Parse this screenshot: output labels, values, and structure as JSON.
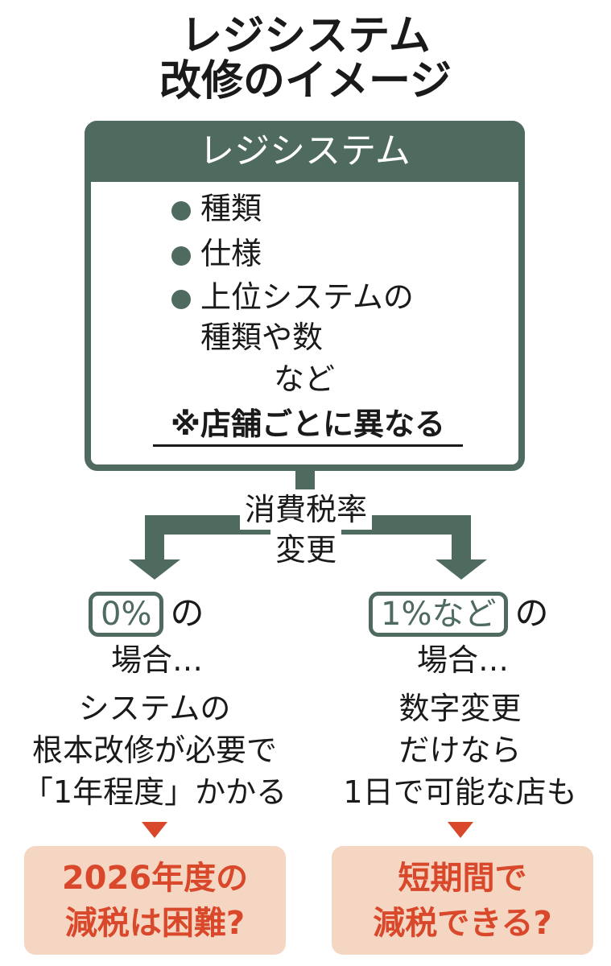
{
  "title": {
    "line1": "レジシステム",
    "line2": "改修のイメージ"
  },
  "system_box": {
    "header": "レジシステム",
    "items": [
      "種類",
      "仕様",
      "上位システムの"
    ],
    "item3_cont": "種類や数",
    "etc": "など",
    "note": "※店舗ごとに異なる"
  },
  "trigger": {
    "line1": "消費税率",
    "line2": "変更"
  },
  "left": {
    "rate": "0%",
    "no": "の",
    "case": "場合…",
    "desc": [
      "システムの",
      "根本改修が必要で",
      "「1年程度」かかる"
    ],
    "result": [
      "2026年度の",
      "減税は困難?"
    ]
  },
  "right": {
    "rate": "1%など",
    "no": "の",
    "case": "場合…",
    "desc": [
      "数字変更",
      "だけなら",
      "1日で可能な店も"
    ],
    "result": [
      "短期間で",
      "減税できる?"
    ]
  },
  "colors": {
    "green": "#4f6b5f",
    "orange_bg": "#f5d6c3",
    "red": "#d9482a"
  }
}
